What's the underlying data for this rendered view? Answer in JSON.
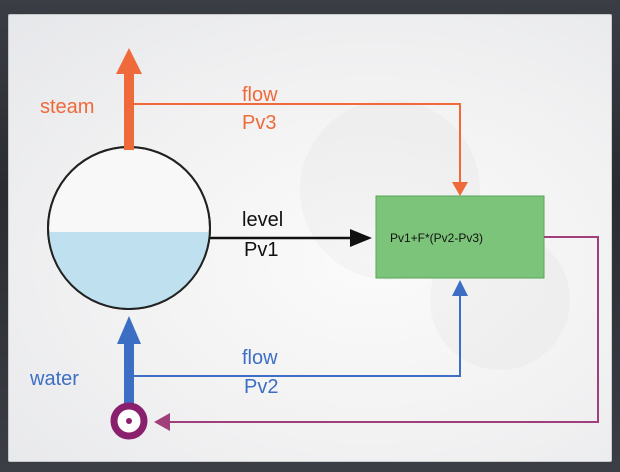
{
  "diagram": {
    "labels": {
      "steam": "steam",
      "water": "water",
      "flow_top": "flow",
      "pv3": "Pv3",
      "level": "level",
      "pv1": "Pv1",
      "flow_bottom": "flow",
      "pv2": "Pv2",
      "controller": "Pv1+F*(Pv2-Pv3)"
    },
    "colors": {
      "steam": "#ee6a3a",
      "water": "#3c6fc4",
      "water_fill": "#bfe0ee",
      "level_signal": "#111111",
      "controller_fill": "#7cc47a",
      "controller_border": "#5aa558",
      "output_signal": "#a0407a",
      "pump": "#8a1f6d"
    },
    "icons": {
      "drum": "drum-vessel-icon",
      "pump": "pump-icon"
    }
  }
}
